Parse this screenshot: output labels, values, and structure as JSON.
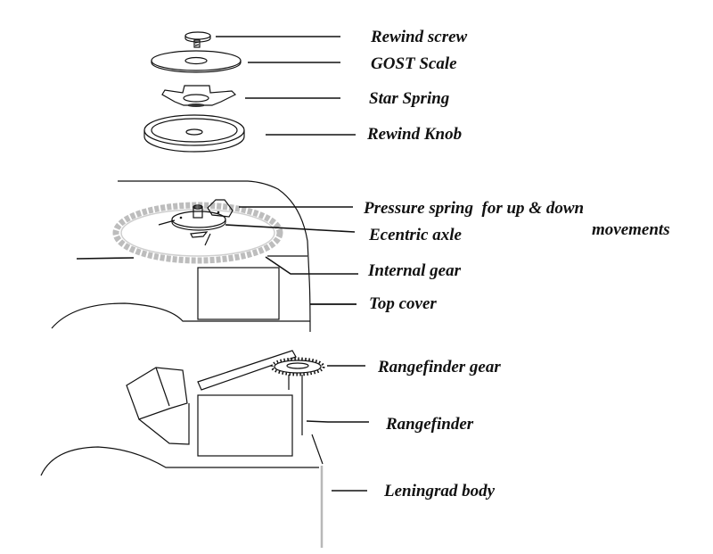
{
  "title": "Leningrad camera rewind / rangefinder assembly exploded diagram",
  "colors": {
    "line": "#111111",
    "gear_grey": "#b5b5b5",
    "background": "#ffffff"
  },
  "labels": {
    "rewind_screw": "Rewind screw",
    "gost_scale": "GOST Scale",
    "star_spring": "Star Spring",
    "rewind_knob": "Rewind Knob",
    "pressure_spring_line1": "Pressure spring  for up & down",
    "pressure_spring_line2": "movements",
    "ecentric_axle": "Ecentric axle",
    "internal_gear": "Internal gear",
    "top_cover": "Top cover",
    "rangefinder_gear": "Rangefinder gear",
    "rangefinder": "Rangefinder",
    "leningrad_body": "Leningrad body"
  }
}
